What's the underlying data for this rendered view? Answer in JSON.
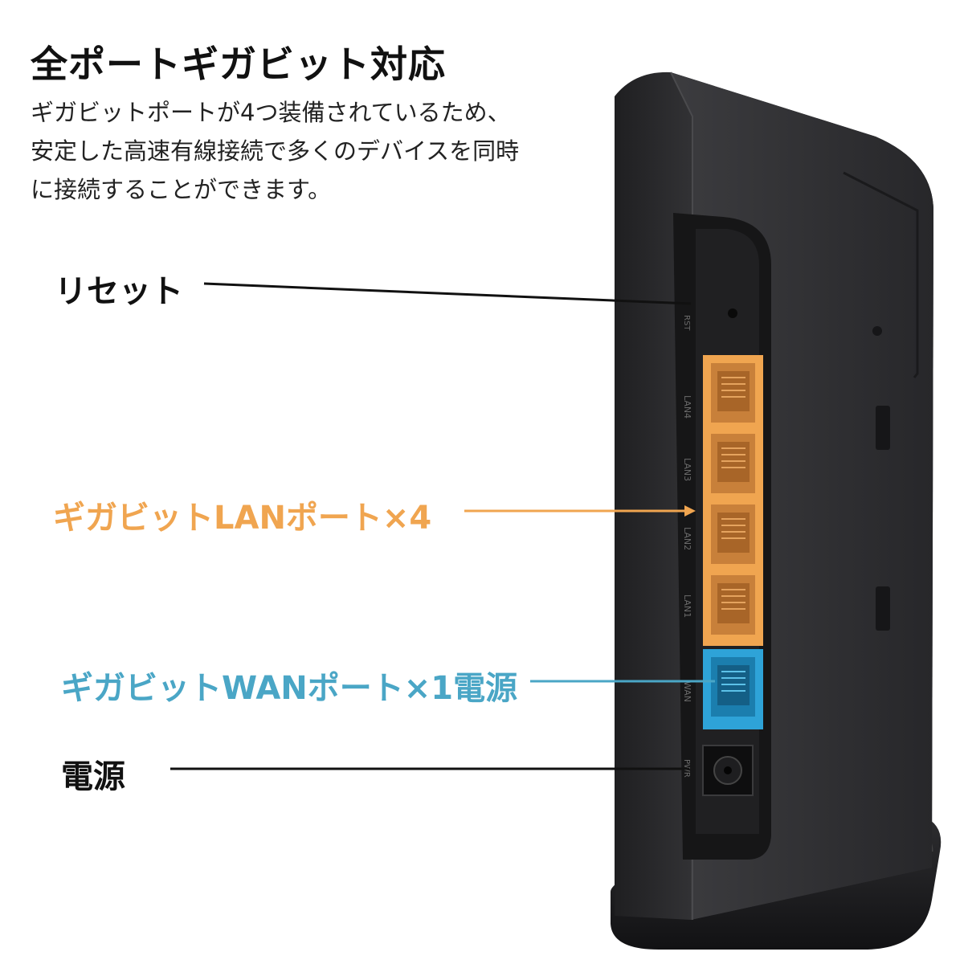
{
  "heading": {
    "title": "全ポートギガビット対応",
    "description_lines": [
      "ギガビットポートが4つ装備されているため、",
      "安定した高速有線接続で多くのデバイスを同時",
      "に接続することができます。"
    ]
  },
  "callouts": {
    "reset": "リセット",
    "lan": "ギガビットLANポート×4",
    "wan": "ギガビットWANポート×1電源",
    "power": "電源"
  },
  "port_labels": {
    "reset_mark": "RST",
    "lan4": "LAN4",
    "lan3": "LAN3",
    "lan2": "LAN2",
    "lan1": "LAN1",
    "wan": "WAN",
    "power_mark": "PWR"
  },
  "colors": {
    "lan_accent": "#f0a550",
    "wan_accent": "#4aa6c6",
    "body": "#2b2b2d",
    "stand": "#1c1c1e"
  },
  "icons": {
    "lan_ports": "ethernet-port-icon",
    "wan_port": "ethernet-port-icon",
    "power_jack": "dc-power-jack-icon"
  }
}
